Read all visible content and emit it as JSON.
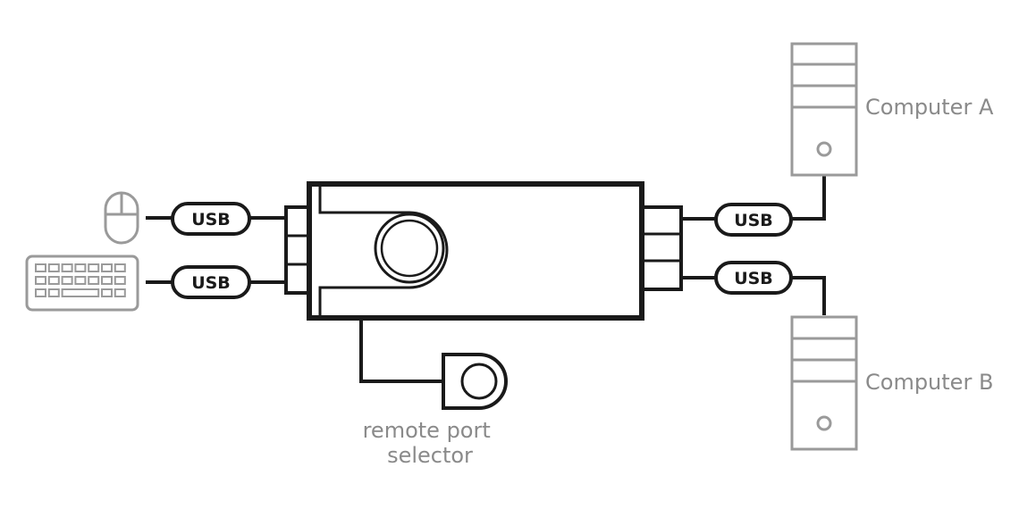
{
  "usb_labels": {
    "mouse": "USB",
    "keyboard": "USB",
    "computer_a": "USB",
    "computer_b": "USB"
  },
  "computer_a_label": "Computer A",
  "computer_b_label": "Computer B",
  "remote_selector_label": [
    "remote port",
    "selector"
  ],
  "colors": {
    "line": "#1a1a1a",
    "peripheral": "#9a9a9a",
    "label": "#8a8a8a"
  },
  "icons": {
    "mouse": "mouse-icon",
    "keyboard": "keyboard-icon",
    "computer_a": "computer-tower-icon",
    "computer_b": "computer-tower-icon",
    "remote": "remote-selector-icon",
    "switch": "kvm-switch-icon"
  }
}
